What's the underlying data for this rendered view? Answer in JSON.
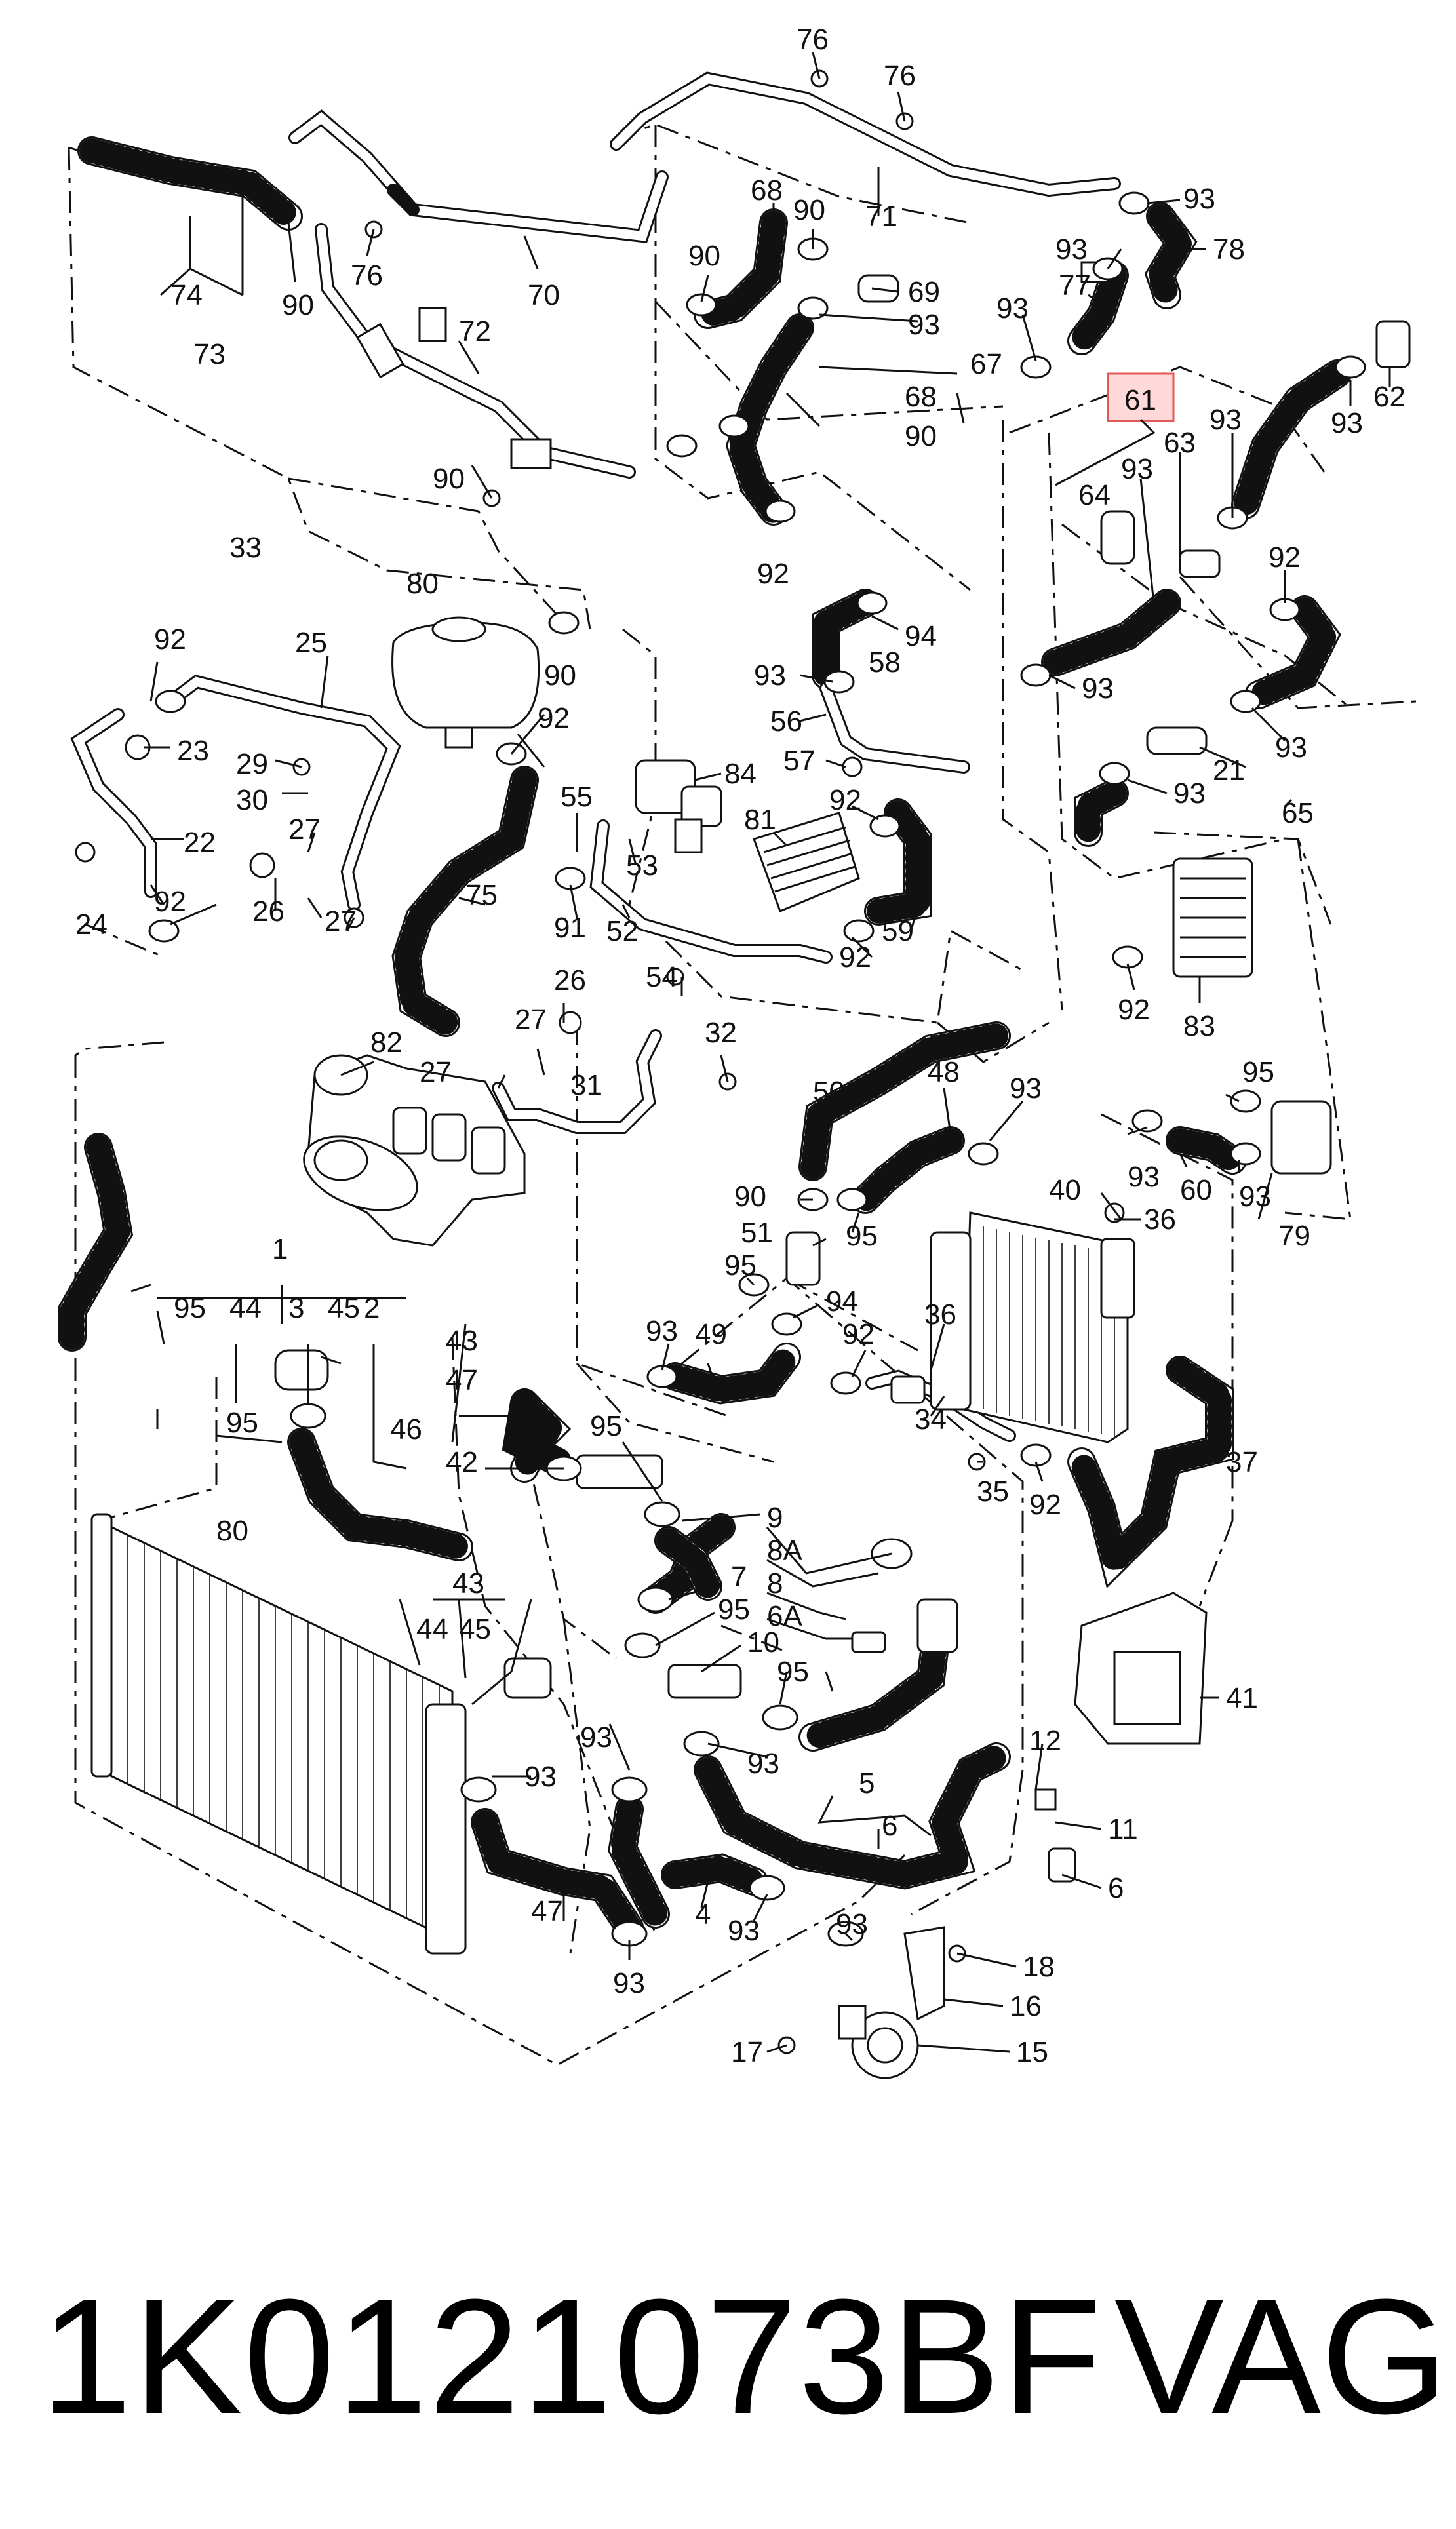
{
  "part_number": "1K0121073BF",
  "brand": "VAG",
  "highlighted_callout": "61",
  "colors": {
    "highlight_fill": "#ffd9d9",
    "highlight_stroke": "#e05a5a",
    "ink": "#111111"
  },
  "callouts": [
    "76",
    "76",
    "93",
    "78",
    "71",
    "68",
    "90",
    "90",
    "69",
    "93",
    "93",
    "77",
    "93",
    "67",
    "68",
    "90",
    "62",
    "93",
    "61",
    "63",
    "93",
    "64",
    "93",
    "92",
    "93",
    "93",
    "21",
    "93",
    "65",
    "74",
    "73",
    "90",
    "76",
    "70",
    "72",
    "90",
    "92",
    "33",
    "80",
    "90",
    "92",
    "25",
    "92",
    "23",
    "22",
    "24",
    "92",
    "29",
    "30",
    "27",
    "26",
    "27",
    "75",
    "55",
    "53",
    "84",
    "58",
    "94",
    "93",
    "56",
    "57",
    "92",
    "81",
    "59",
    "52",
    "91",
    "54",
    "92",
    "83",
    "92",
    "26",
    "27",
    "27",
    "31",
    "32",
    "82",
    "50",
    "48",
    "93",
    "95",
    "93",
    "60",
    "93",
    "79",
    "40",
    "36",
    "90",
    "51",
    "95",
    "95",
    "94",
    "93",
    "49",
    "92",
    "36",
    "34",
    "35",
    "92",
    "37",
    "1",
    "95",
    "44",
    "3",
    "45",
    "2",
    "95",
    "43",
    "47",
    "46",
    "42",
    "95",
    "80",
    "9",
    "8A",
    "8",
    "6A",
    "7",
    "95",
    "10",
    "95",
    "43",
    "44",
    "45",
    "93",
    "93",
    "93",
    "5",
    "6",
    "12",
    "11",
    "6",
    "47",
    "4",
    "93",
    "93",
    "93",
    "18",
    "16",
    "17",
    "15",
    "41"
  ]
}
